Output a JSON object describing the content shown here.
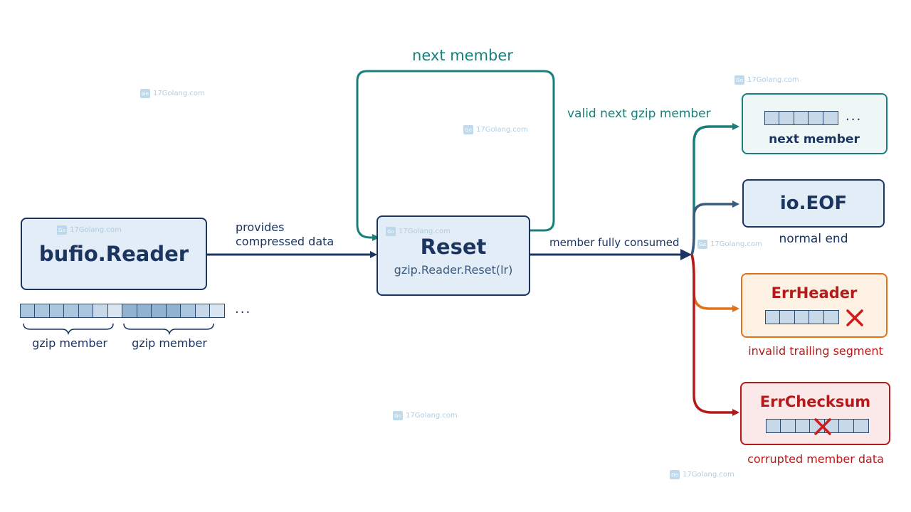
{
  "top_label": "next member",
  "bufio": {
    "title": "bufio.Reader"
  },
  "provides_label": {
    "line1": "provides",
    "line2": "compressed data"
  },
  "stream": {
    "member1": "gzip member",
    "member2": "gzip member",
    "ellipsis": "..."
  },
  "reset": {
    "title": "Reset",
    "subtitle": "gzip.Reader.Reset(lr)"
  },
  "consumed_label": "member fully consumed",
  "valid_label": "valid next gzip member",
  "outcomes": {
    "next": {
      "title": "next member",
      "ellipsis": "..."
    },
    "eof": {
      "title": "io.EOF",
      "caption": "normal end"
    },
    "header": {
      "title": "ErrHeader",
      "caption": "invalid trailing segment"
    },
    "checksum": {
      "title": "ErrChecksum",
      "caption": "corrupted member data"
    }
  },
  "watermark": "17Golang.com",
  "colors": {
    "navy": "#1b3560",
    "teal": "#1a7f7a",
    "slate": "#3a5a7e",
    "orange": "#e0721a",
    "red": "#b51a1a"
  }
}
